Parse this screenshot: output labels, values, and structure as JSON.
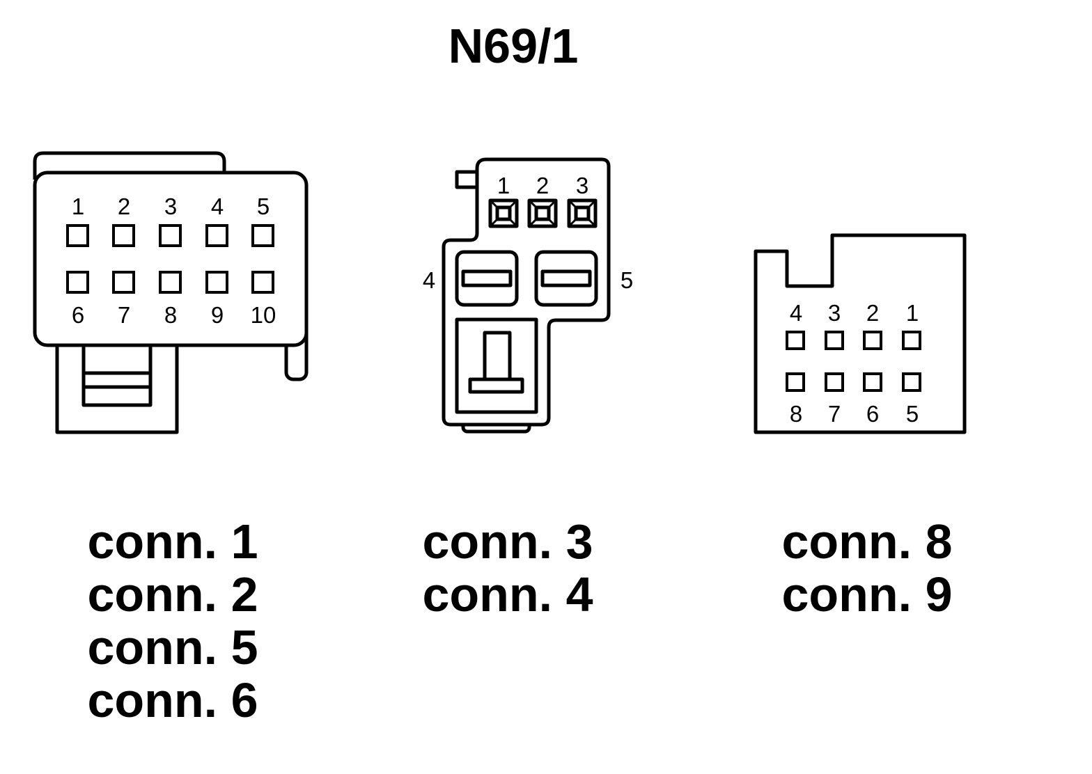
{
  "title": "N69/1",
  "connector_a": {
    "pins_top": [
      "1",
      "2",
      "3",
      "4",
      "5"
    ],
    "pins_bottom": [
      "6",
      "7",
      "8",
      "9",
      "10"
    ],
    "labels": [
      "conn. 1",
      "conn. 2",
      "conn. 5",
      "conn. 6"
    ]
  },
  "connector_b": {
    "pins_top": [
      "1",
      "2",
      "3"
    ],
    "pin_left": "4",
    "pin_right": "5",
    "labels": [
      "conn. 3",
      "conn. 4"
    ]
  },
  "connector_c": {
    "pins_top": [
      "4",
      "3",
      "2",
      "1"
    ],
    "pins_bottom": [
      "8",
      "7",
      "6",
      "5"
    ],
    "labels": [
      "conn. 8",
      "conn. 9"
    ]
  }
}
